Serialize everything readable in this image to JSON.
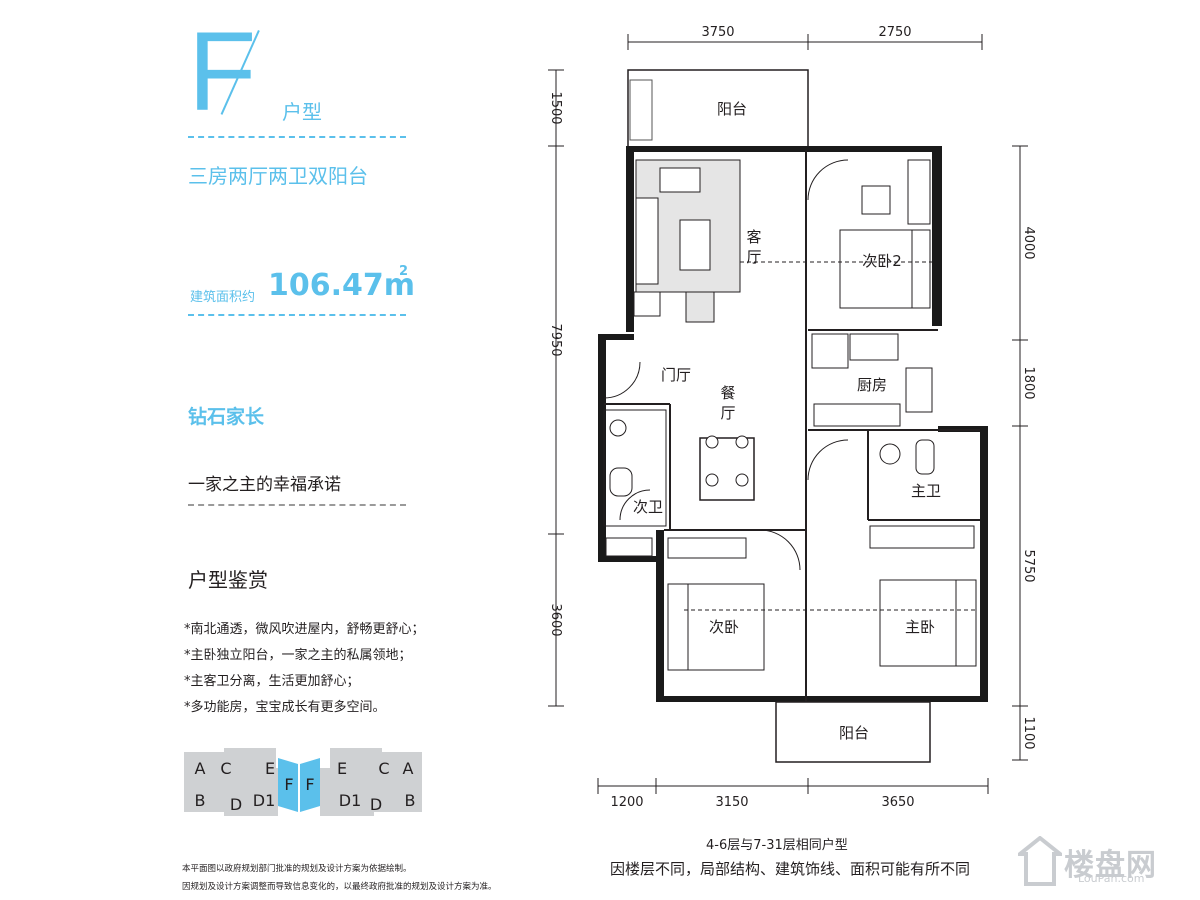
{
  "header": {
    "unit_letter": "F",
    "unit_type_label": "户型",
    "layout_desc": "三房两厅两卫双阳台",
    "area_label": "建筑面积约",
    "area_value": "106.47m",
    "area_sup": "2"
  },
  "slogan": {
    "title": "钻石家长",
    "line": "一家之主的幸福承诺"
  },
  "features": {
    "title": "户型鉴赏",
    "items": [
      "*南北通透，微风吹进屋内，舒畅更舒心；",
      "*主卧独立阳台，一家之主的私属领地；",
      "*主客卫分离，生活更加舒心；",
      "*多功能房，宝宝成长有更多空间。"
    ]
  },
  "key_plan": {
    "cells": [
      "A",
      "C",
      "E",
      "F",
      "F",
      "E",
      "C",
      "A",
      "B",
      "D",
      "D1",
      "D1",
      "D",
      "B"
    ]
  },
  "notes": [
    "本平面图以政府规划部门批准的规划及设计方案为依据绘制。",
    "因规划及设计方案调整而导致信息变化的，以最终政府批准的规划及设计方案为准。"
  ],
  "dimensions": {
    "top": [
      "3750",
      "2750"
    ],
    "bottom": [
      "1200",
      "3150",
      "3650"
    ],
    "left": [
      "1500",
      "7950",
      "3600"
    ],
    "right": [
      "4000",
      "1800",
      "5750",
      "1100"
    ]
  },
  "rooms": {
    "balcony_top": "阳台",
    "living_1": "客",
    "living_2": "厅",
    "bedroom2": "次卧2",
    "foyer": "门厅",
    "dining_1": "餐",
    "dining_2": "厅",
    "kitchen": "厨房",
    "master_bath": "主卫",
    "second_bath": "次卫",
    "second_bedroom": "次卧",
    "master_bedroom": "主卧",
    "balcony_bottom": "阳台"
  },
  "footer": {
    "floors": "4-6层与7-31层相同户型",
    "disclaimer": "因楼层不同，局部结构、建筑饰线、面积可能有所不同"
  },
  "watermark": {
    "cn": "楼盘网",
    "en": "LouPan.com"
  },
  "colors": {
    "accent": "#5bc0eb",
    "wall": "#1a1a1a",
    "key_highlight": "#5bc0eb"
  }
}
